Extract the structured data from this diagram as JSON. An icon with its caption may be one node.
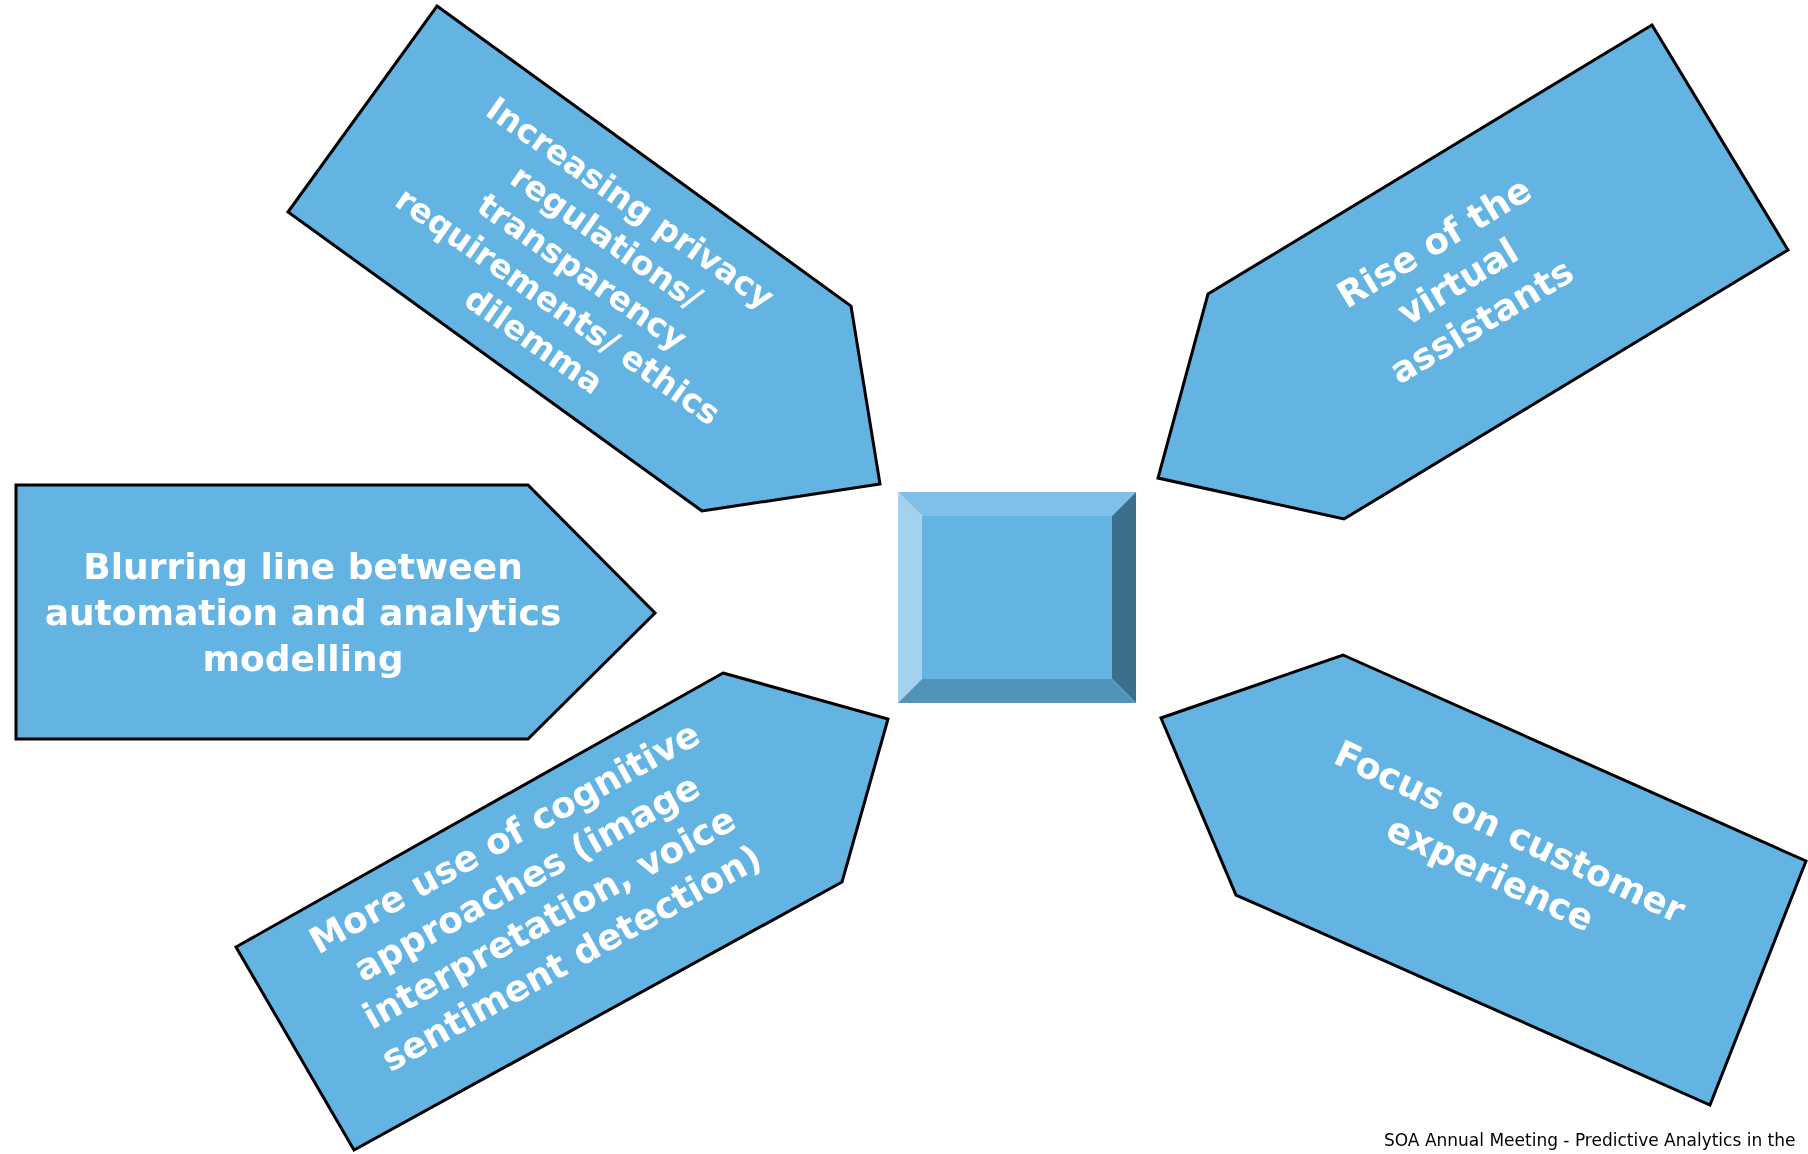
{
  "diagram": {
    "nodes": [
      {
        "text": [
          "Increasing privacy regulations/ transparency requirements/ ethics dilemma"
        ]
      },
      {
        "text": [
          "Rise of the virtual assistants"
        ]
      },
      {
        "text": [
          "Blurring line between automation and analytics modelling"
        ]
      },
      {
        "text": [],
        "shape": "box"
      },
      {
        "text": [
          "More use of cognitive approaches (image interpretation, voice sentiment detection)"
        ]
      },
      {
        "text": [
          "Focus on customer experience"
        ]
      }
    ],
    "labels": [
      "SOA Annual Meeting - Predictive Analytics in the"
    ]
  }
}
